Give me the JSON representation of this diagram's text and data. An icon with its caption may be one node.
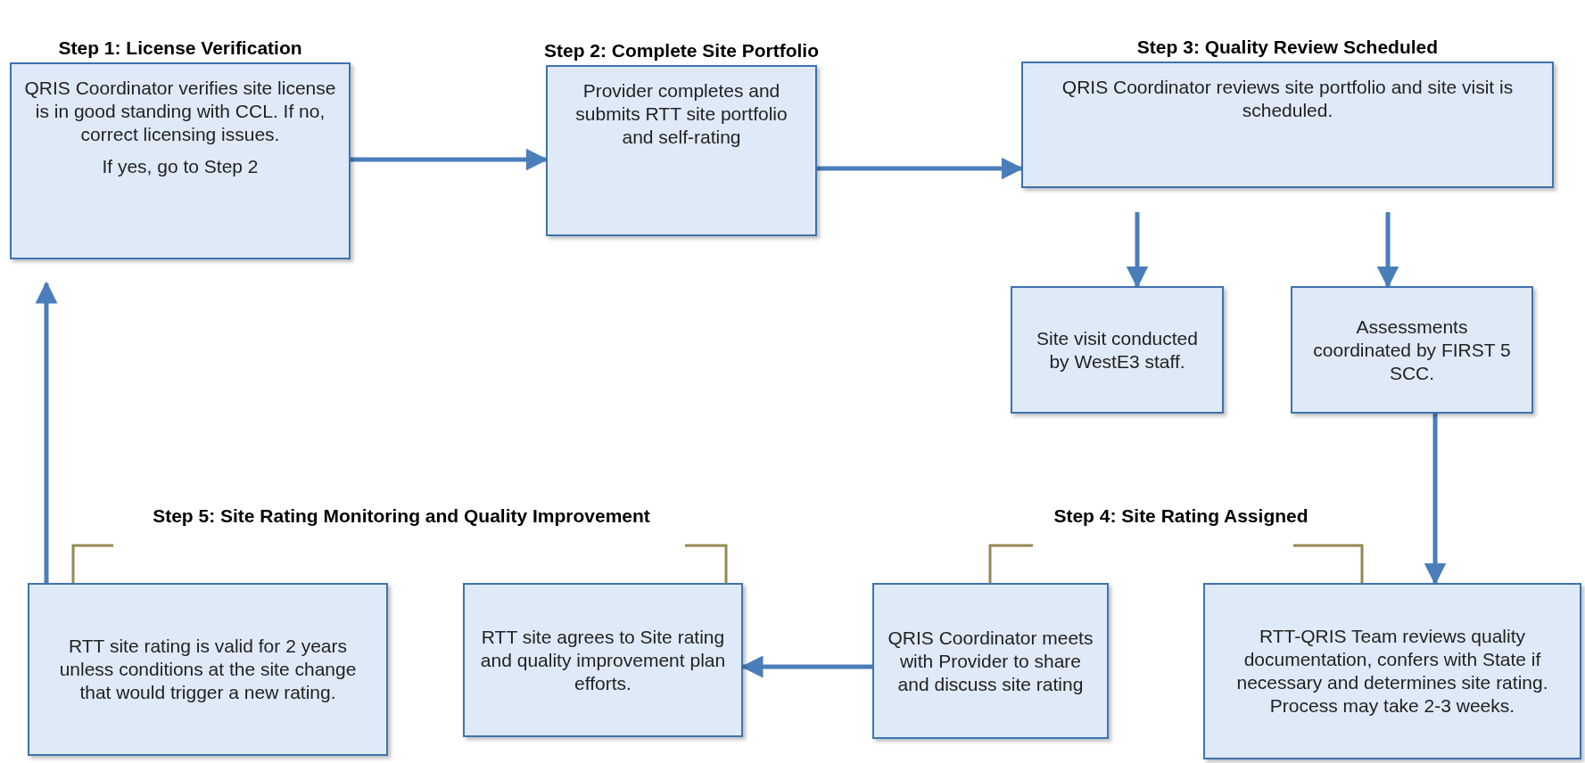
{
  "diagram": {
    "nodes": [
      {
        "text": [
          "Step 1: License Verification",
          "QRIS Coordinator verifies site license is in good standing with CCL. If no, correct licensing issues.",
          "If yes, go to Step 2"
        ]
      },
      {
        "text": [
          "Step 2: Complete Site Portfolio",
          "Provider completes and submits RTT site portfolio and self-rating"
        ]
      },
      {
        "text": [
          "Step 3: Quality Review Scheduled",
          "QRIS Coordinator reviews site portfolio and site visit is scheduled."
        ]
      },
      {
        "text": [
          "Site visit conducted by WestE3 staff."
        ]
      },
      {
        "text": [
          "Assessments coordinated by FIRST 5 SCC."
        ]
      },
      {
        "text": [
          "RTT site rating is valid for 2 years unless conditions at the site change that would trigger a new rating."
        ]
      },
      {
        "text": [
          "RTT site agrees to Site rating and quality improvement plan efforts."
        ]
      },
      {
        "text": [
          "QRIS Coordinator meets with Provider to share and discuss site rating"
        ]
      },
      {
        "text": [
          "RTT-QRIS Team reviews quality documentation, confers with State if necessary and determines site rating. Process may take 2-3 weeks."
        ]
      }
    ],
    "edges": [
      {
        "from": 0,
        "to": 1,
        "arrow": "to"
      },
      {
        "from": 1,
        "to": 2,
        "arrow": "to"
      },
      {
        "from": 2,
        "to": 3,
        "arrow": "to"
      },
      {
        "from": 2,
        "to": 4,
        "arrow": "to"
      },
      {
        "from": 4,
        "to": 8,
        "arrow": "to"
      },
      {
        "from": 7,
        "to": 6,
        "arrow": "to"
      },
      {
        "from": 5,
        "to": 0,
        "arrow": "to"
      }
    ],
    "labels": [
      "Step 5: Site Rating Monitoring and Quality Improvement",
      "Step 4: Site Rating Assigned"
    ]
  }
}
